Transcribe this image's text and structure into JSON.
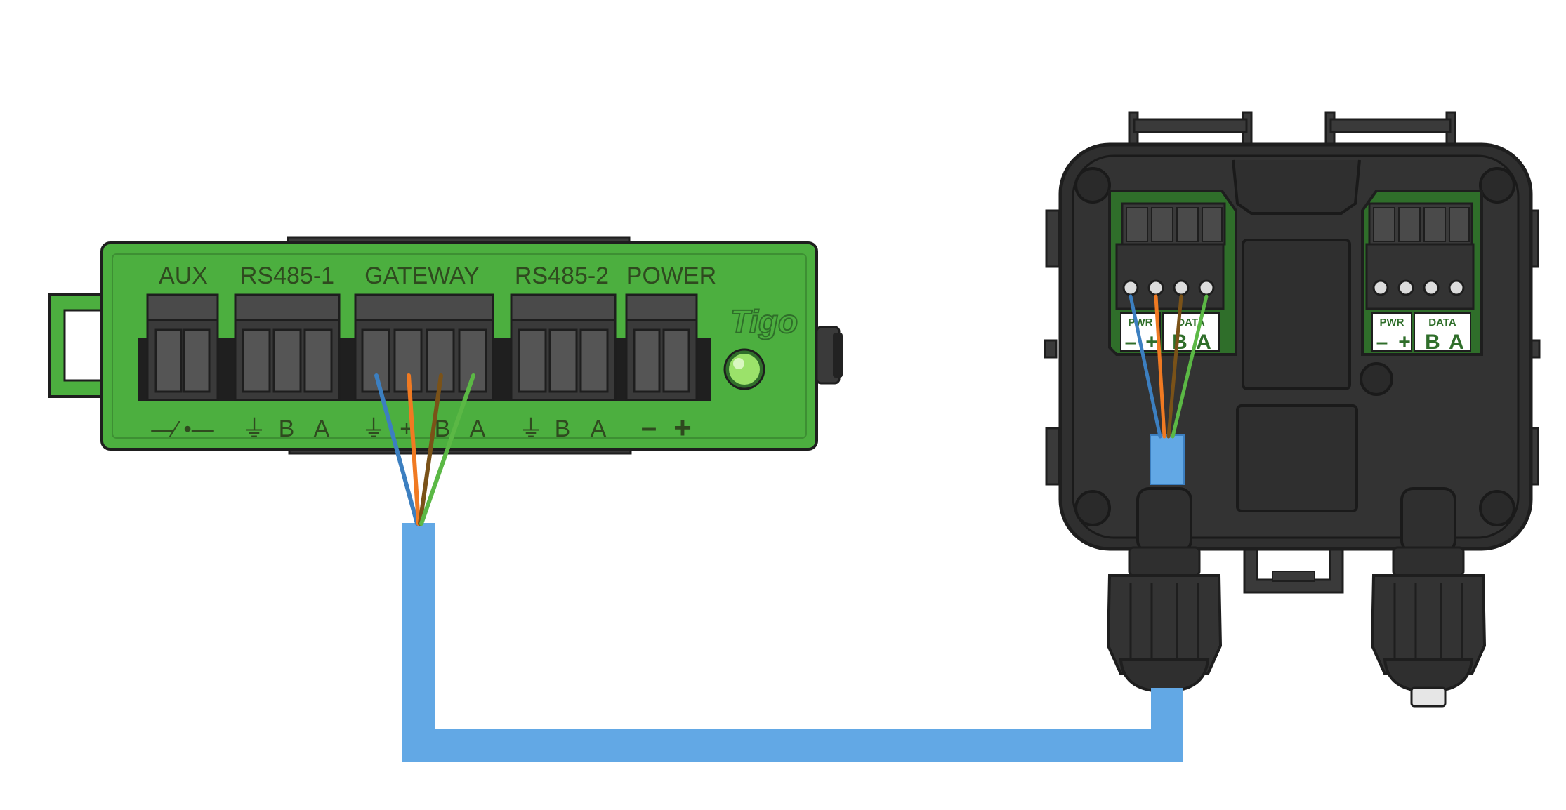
{
  "cca": {
    "brand": "Tigo",
    "ports": [
      {
        "label": "AUX",
        "pins": [
          "—∕ •—"
        ]
      },
      {
        "label": "RS485-1",
        "pins": [
          "⏚",
          "B",
          "A"
        ]
      },
      {
        "label": "GATEWAY",
        "pins": [
          "⏚",
          "+",
          "B",
          "A"
        ]
      },
      {
        "label": "RS485-2",
        "pins": [
          "⏚",
          "B",
          "A"
        ]
      },
      {
        "label": "POWER",
        "pins": [
          "–",
          "+"
        ]
      }
    ]
  },
  "tap": {
    "left_block": {
      "pwr": "PWR",
      "data": "DATA",
      "pins": [
        "–",
        "+",
        "B",
        "A"
      ]
    },
    "right_block": {
      "pwr": "PWR",
      "data": "DATA",
      "pins": [
        "–",
        "+",
        "B",
        "A"
      ]
    }
  },
  "colors": {
    "device_green": "#4caf3f",
    "device_green_dark": "#2f6e2a",
    "connector_dark": "#3a3a3a",
    "enclosure": "#2f2f2f",
    "cable_blue": "#62a8e5",
    "wire_blue": "#3c7fc0",
    "wire_orange": "#f07a22",
    "wire_brown": "#7a5218",
    "wire_green": "#5bb845",
    "led": "#9be26a"
  }
}
